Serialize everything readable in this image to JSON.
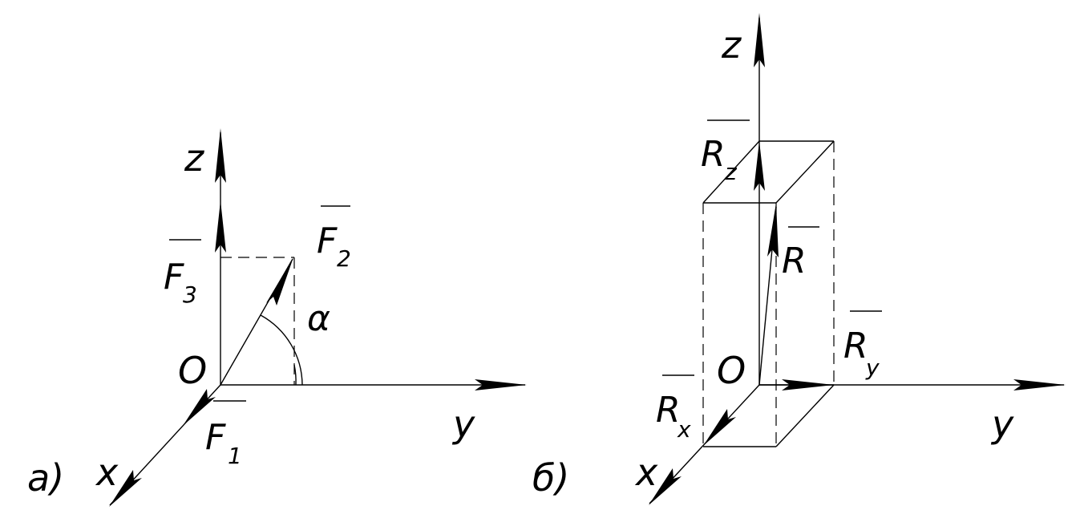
{
  "panel_a": {
    "label": "a)",
    "axis_x": "x",
    "axis_y": "y",
    "axis_z": "z",
    "origin": "O",
    "angle": "α",
    "f1": {
      "base": "F",
      "sub": "1"
    },
    "f2": {
      "base": "F",
      "sub": "2"
    },
    "f3": {
      "base": "F",
      "sub": "3"
    }
  },
  "panel_b": {
    "label": "б)",
    "axis_x": "x",
    "axis_y": "y",
    "axis_z": "z",
    "origin": "O",
    "r": {
      "base": "R",
      "sub": ""
    },
    "rx": {
      "base": "R",
      "sub": "x"
    },
    "ry": {
      "base": "R",
      "sub": "y"
    },
    "rz": {
      "base": "R",
      "sub": "z"
    }
  }
}
